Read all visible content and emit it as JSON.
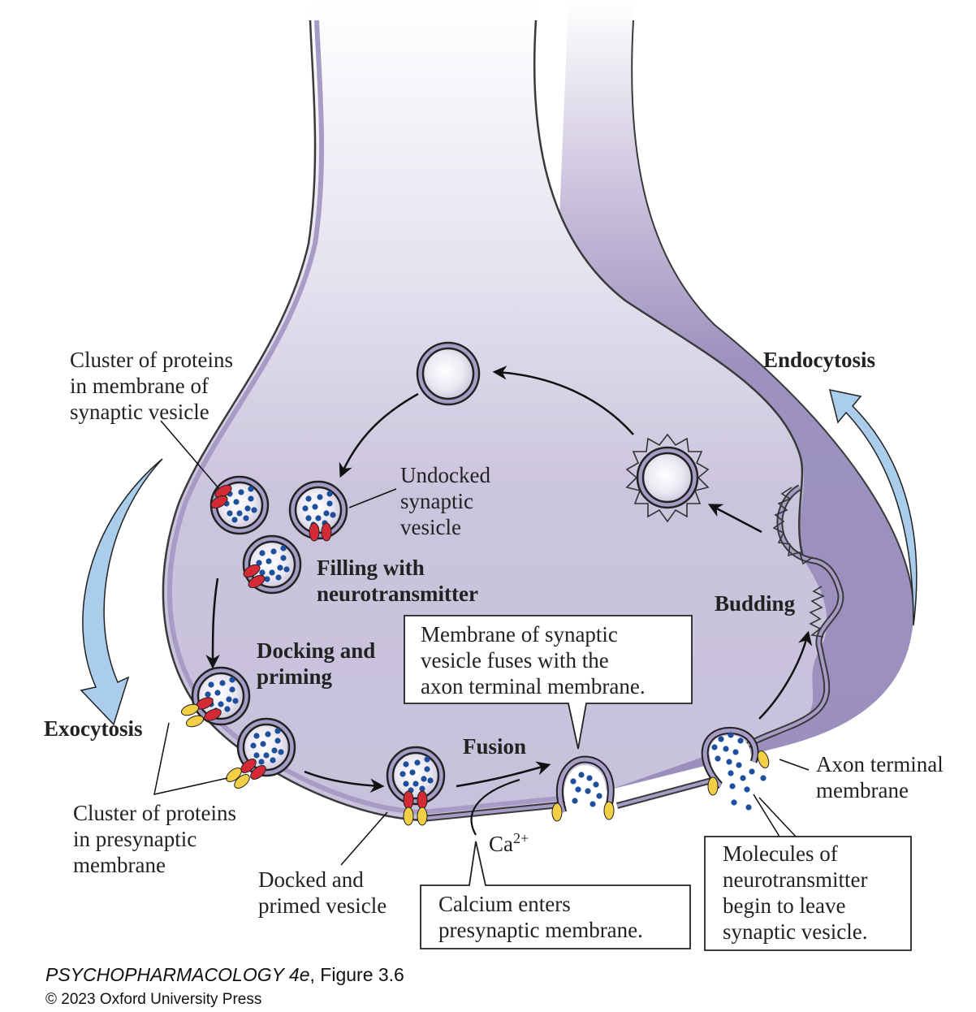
{
  "figure": {
    "caption_title_italic": "PSYCHOPHARMACOLOGY 4e",
    "caption_title_rest": ", Figure 3.6",
    "copyright": "© 2023 Oxford University Press"
  },
  "colors": {
    "cytoplasm": "#cbc4dd",
    "membrane": "#a79cc6",
    "outer_wall": "#9b90bd",
    "process_arrow": "#a9cdeb",
    "vesicle_protein_red": "#d42a36",
    "membrane_protein_yellow": "#f3cf45",
    "neurotransmitter_blue": "#1e4f9c"
  },
  "labels": {
    "endocytosis": "Endocytosis",
    "exocytosis": "Exocytosis",
    "budding": "Budding",
    "fusion": "Fusion",
    "filling": [
      "Filling with",
      "neurotransmitter"
    ],
    "docking": [
      "Docking and",
      "priming"
    ],
    "cluster_vesicle": [
      "Cluster of proteins",
      "in membrane of",
      "synaptic vesicle"
    ],
    "undocked": [
      "Undocked",
      "synaptic",
      "vesicle"
    ],
    "cluster_presynaptic": [
      "Cluster of proteins",
      "in presynaptic",
      "membrane"
    ],
    "docked": [
      "Docked and",
      "primed vesicle"
    ],
    "axon_membrane": [
      "Axon terminal",
      "membrane"
    ],
    "calcium_ion": "Ca",
    "calcium_charge": "2+"
  },
  "callouts": {
    "fusion_box": [
      "Membrane of synaptic",
      "vesicle fuses with the",
      "axon terminal membrane."
    ],
    "calcium_box": [
      "Calcium enters",
      "presynaptic membrane."
    ],
    "molecules_box": [
      "Molecules of",
      "neurotransmitter",
      "begin to leave",
      "synaptic vesicle."
    ]
  }
}
